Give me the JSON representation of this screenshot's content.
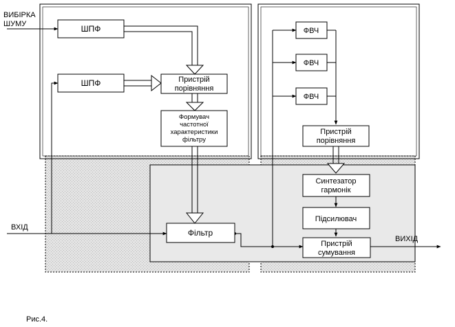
{
  "labels": {
    "noise_sample_line1": "ВИБІРКА",
    "noise_sample_line2": "ШУМУ",
    "input": "ВХІД",
    "output": "ВИХІД",
    "caption": "Рис.4."
  },
  "blocks": {
    "lpf_top": "ШПФ",
    "lpf_bottom": "ШПФ",
    "comparator_left_line1": "Пристрій",
    "comparator_left_line2": "порівняння",
    "shaper_line1": "Формувач",
    "shaper_line2": "частотної",
    "shaper_line3": "характеристики",
    "shaper_line4": "фільтру",
    "filter": "Фільтр",
    "hpf_1": "ФВЧ",
    "hpf_2": "ФВЧ",
    "hpf_3": "ФВЧ",
    "comparator_right_line1": "Пристрій",
    "comparator_right_line2": "порівняння",
    "synth_line1": "Синтезатор",
    "synth_line2": "гармонік",
    "amplifier": "Підсилювач",
    "adder_line1": "Пристрій",
    "adder_line2": "сумування"
  },
  "colors": {
    "shaded_region": "#e6e6e6",
    "line": "#000000",
    "block_fill": "#ffffff"
  }
}
